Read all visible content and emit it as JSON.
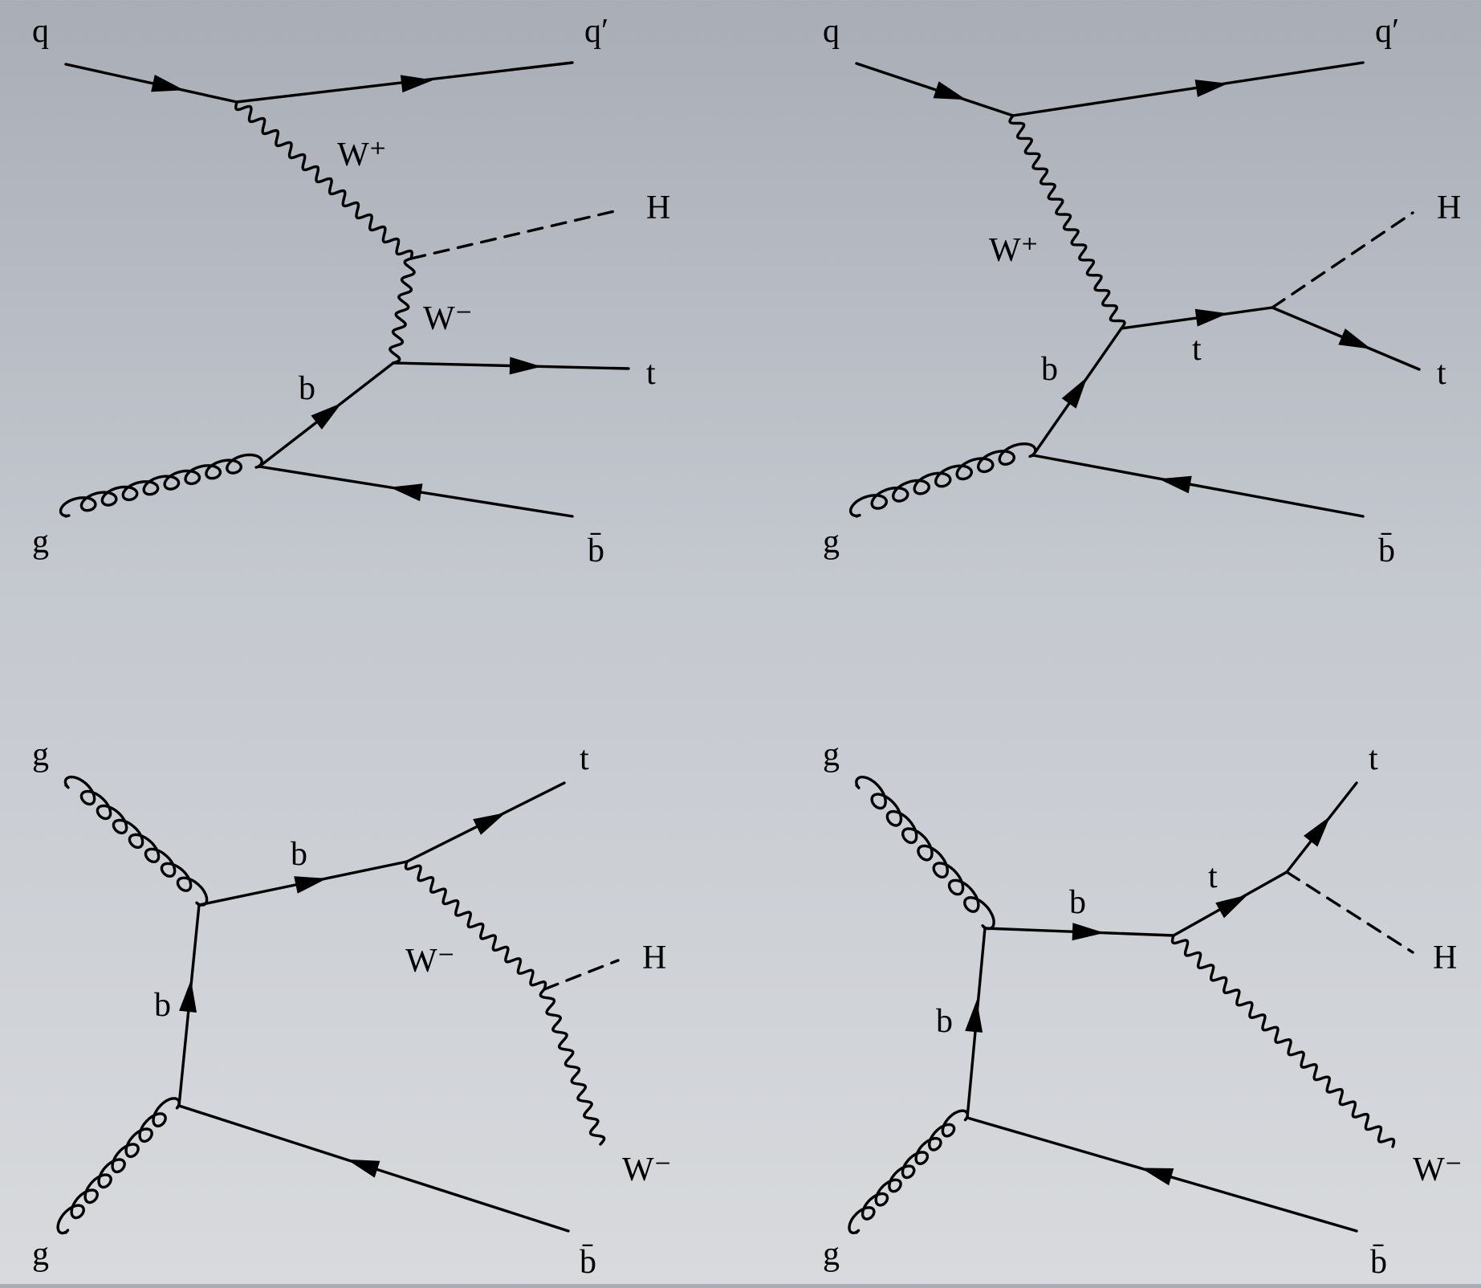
{
  "diagrams": [
    {
      "labels": {
        "q_in": "q",
        "q_out": "q′",
        "g": "g",
        "w_plus": "W⁺",
        "w_minus": "W⁻",
        "h": "H",
        "t": "t",
        "b": "b",
        "bbar": "b̄"
      }
    },
    {
      "labels": {
        "q_in": "q",
        "q_out": "q′",
        "g": "g",
        "w_plus": "W⁺",
        "h": "H",
        "t_internal": "t",
        "t_out": "t",
        "b": "b",
        "bbar": "b̄"
      }
    },
    {
      "labels": {
        "g_top": "g",
        "g_bottom": "g",
        "t": "t",
        "b_top": "b",
        "b_left": "b",
        "w_minus_internal": "W⁻",
        "h": "H",
        "w_minus_out": "W⁻",
        "bbar": "b̄"
      }
    },
    {
      "labels": {
        "g_top": "g",
        "g_bottom": "g",
        "t_out": "t",
        "t_internal": "t",
        "b_top": "b",
        "b_left": "b",
        "h": "H",
        "w_minus_out": "W⁻",
        "bbar": "b̄"
      }
    }
  ]
}
